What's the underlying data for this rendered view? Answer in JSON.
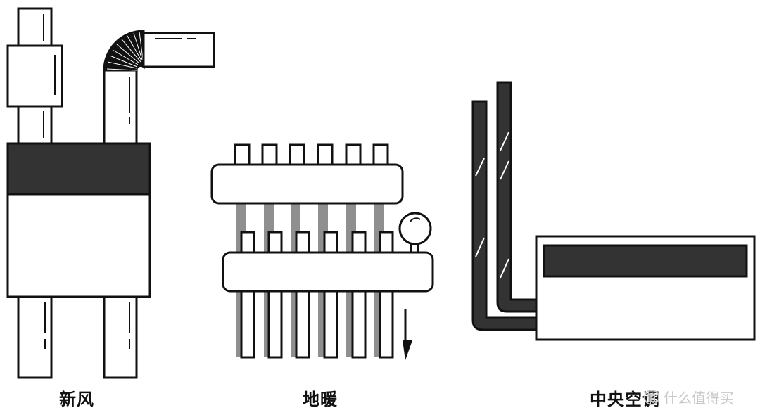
{
  "labels": {
    "fresh_air": "新风",
    "floor_heating": "地暖",
    "central_ac": "中央空调"
  },
  "watermark": {
    "logo_text": "值",
    "text": "什么值得买"
  },
  "colors": {
    "stroke": "#111111",
    "dark_fill": "#333333",
    "gray_pipe": "#8f8f8f",
    "background": "#ffffff"
  }
}
